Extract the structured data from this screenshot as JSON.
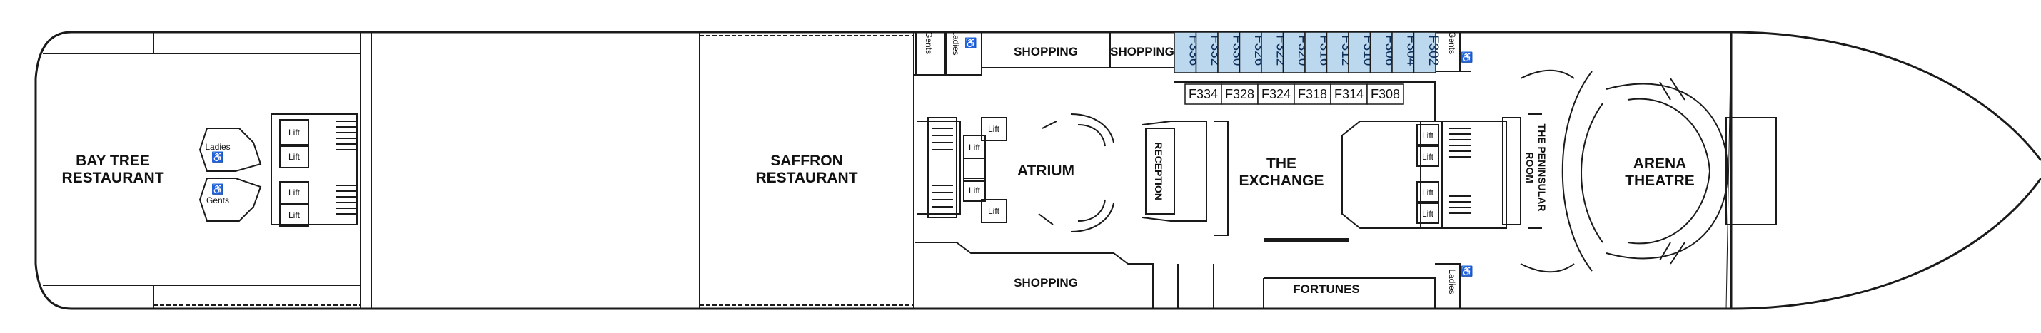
{
  "restaurants": {
    "bay_tree_line1": "BAY TREE",
    "bay_tree_line2": "RESTAURANT",
    "saffron_line1": "SAFFRON",
    "saffron_line2": "RESTAURANT"
  },
  "venues": {
    "atrium": "ATRIUM",
    "reception": "RECEPTION",
    "exchange_line1": "THE",
    "exchange_line2": "EXCHANGE",
    "peninsular_line1": "THE PENINSULAR",
    "peninsular_line2": "ROOM",
    "arena_line1": "ARENA",
    "arena_line2": "THEATRE",
    "fortunes": "FORTUNES"
  },
  "shopping": {
    "top_left": "SHOPPING",
    "top_right": "SHOPPING",
    "bottom": "SHOPPING"
  },
  "restrooms": {
    "ladies": "Ladies",
    "gents": "Gents"
  },
  "lift_label": "Lift",
  "cabins_top": [
    "F336",
    "F332",
    "F330",
    "F326",
    "F322",
    "F320",
    "F316",
    "F312",
    "F310",
    "F306",
    "F304",
    "F302"
  ],
  "cabins_inner": [
    "F334",
    "F328",
    "F324",
    "F318",
    "F314",
    "F308"
  ],
  "colors": {
    "cabin_fill": "#bcd8ee",
    "line": "#1a1a1a"
  }
}
